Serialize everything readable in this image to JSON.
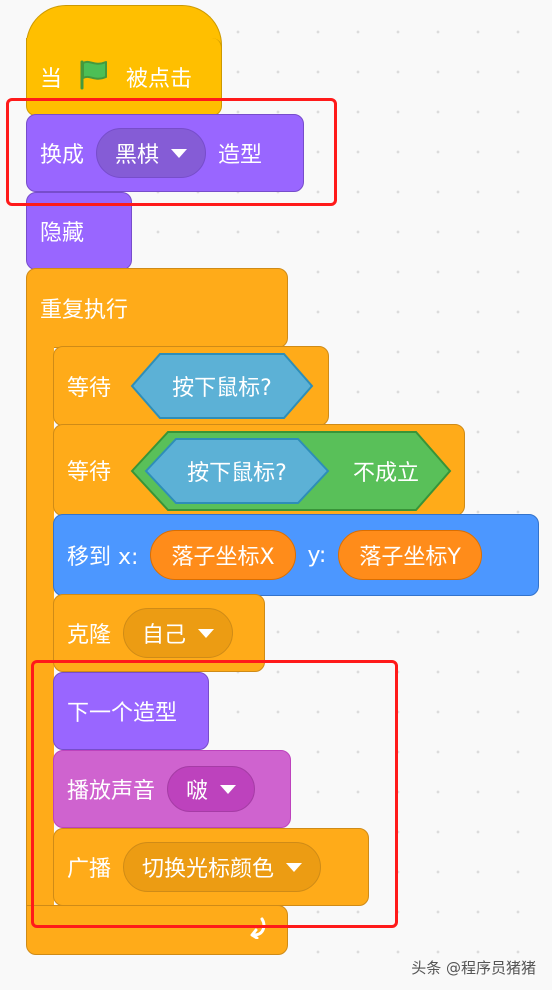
{
  "script": {
    "when_flag": {
      "prefix": "当",
      "suffix": "被点击",
      "icon": "green-flag-icon"
    },
    "switch_costume": {
      "prefix": "换成",
      "value": "黑棋",
      "suffix": "造型"
    },
    "hide": {
      "label": "隐藏"
    },
    "forever": {
      "label": "重复执行"
    },
    "wait1": {
      "label": "等待",
      "condition": "按下鼠标?"
    },
    "wait2": {
      "label": "等待",
      "condition": "按下鼠标?",
      "not_label": "不成立"
    },
    "goto": {
      "label": "移到 x:",
      "x_value": "落子坐标X",
      "y_label": "y:",
      "y_value": "落子坐标Y"
    },
    "clone": {
      "label": "克隆",
      "value": "自己"
    },
    "next_costume": {
      "label": "下一个造型"
    },
    "play_sound": {
      "label": "播放声音",
      "value": "啵"
    },
    "broadcast": {
      "label": "广播",
      "value": "切换光标颜色"
    }
  },
  "colors": {
    "events": "#ffbf00",
    "looks": "#9966ff",
    "control": "#ffab19",
    "motion": "#4c97ff",
    "sound": "#cf63cf",
    "sensing": "#5cb1d6",
    "operators": "#59c059",
    "variables": "#ff8c1a",
    "highlight": "#ff1a1a"
  },
  "watermark": "头条 @程序员猪猪"
}
